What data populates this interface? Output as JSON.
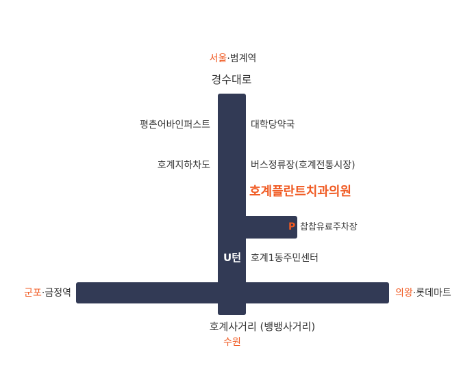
{
  "top": {
    "dest_a": "서울",
    "dest_b": "범계역",
    "road_name": "경수대로"
  },
  "left_labels": {
    "l1": "평촌어바인퍼스트",
    "l2": "호계지하차도"
  },
  "right_labels": {
    "r1": "대학당약국",
    "r2": "버스정류장(호계전통시장)",
    "clinic": "호계플란트치과의원",
    "parking_icon": "P",
    "parking": "찹찹유료주차장",
    "uturn": "U턴",
    "center": "호계1동주민센터"
  },
  "west": {
    "dest_a": "군포",
    "dest_b": "금정역"
  },
  "east": {
    "dest_a": "의왕",
    "dest_b": "롯데마트"
  },
  "bottom": {
    "intersection": "호계사거리 (뱅뱅사거리)",
    "dest": "수원"
  },
  "colors": {
    "road": "#323a55",
    "accent": "#f05a22",
    "text": "#333333"
  }
}
